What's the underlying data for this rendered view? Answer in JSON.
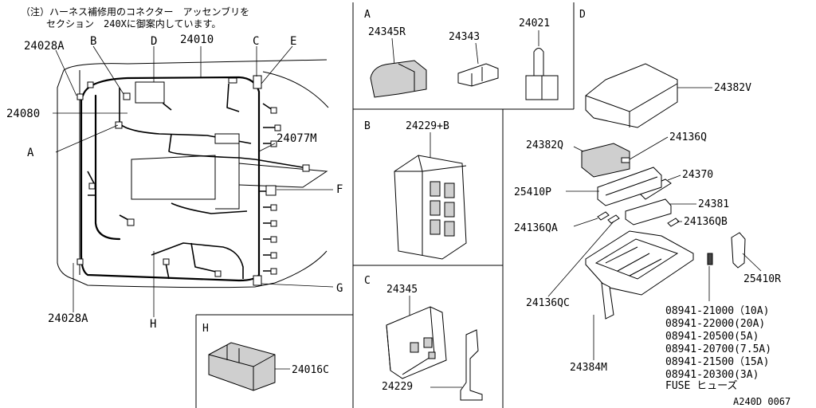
{
  "note": {
    "line1": "（注）ハーネス補修用のコネクター　アッセンブリを",
    "line2": "セクション　240Xに御案内しています。"
  },
  "harness_labels": {
    "a24028a_top": "24028A",
    "b": "B",
    "d": "D",
    "a24010": "24010",
    "c": "C",
    "e": "E",
    "a24080": "24080",
    "a24077m": "24077M",
    "a": "A",
    "f": "F",
    "g": "G",
    "h": "H",
    "a24028a_bottom": "24028A"
  },
  "section_a": {
    "letter": "A",
    "parts": [
      "24345R",
      "24343",
      "24021"
    ]
  },
  "section_b": {
    "letter": "B",
    "part": "24229+B"
  },
  "section_c": {
    "letter": "C",
    "parts": [
      "24345",
      "24229"
    ]
  },
  "section_h": {
    "letter": "H",
    "part": "24016C"
  },
  "section_d": {
    "letter": "D",
    "parts": [
      "24382V",
      "24382Q",
      "24136Q",
      "24370",
      "25410P",
      "24381",
      "24136QA",
      "24136QB",
      "25410R",
      "24136QC",
      "24384M"
    ]
  },
  "fuse_list": [
    "08941-21000（10A)",
    "08941-22000(20A)",
    "08941-20500(5A)",
    "08941-20700(7.5A)",
    "08941-21500（15A)",
    "08941-20300(3A)"
  ],
  "fuse_caption": "FUSE ヒューズ",
  "diagram_id": "A240D 0067"
}
